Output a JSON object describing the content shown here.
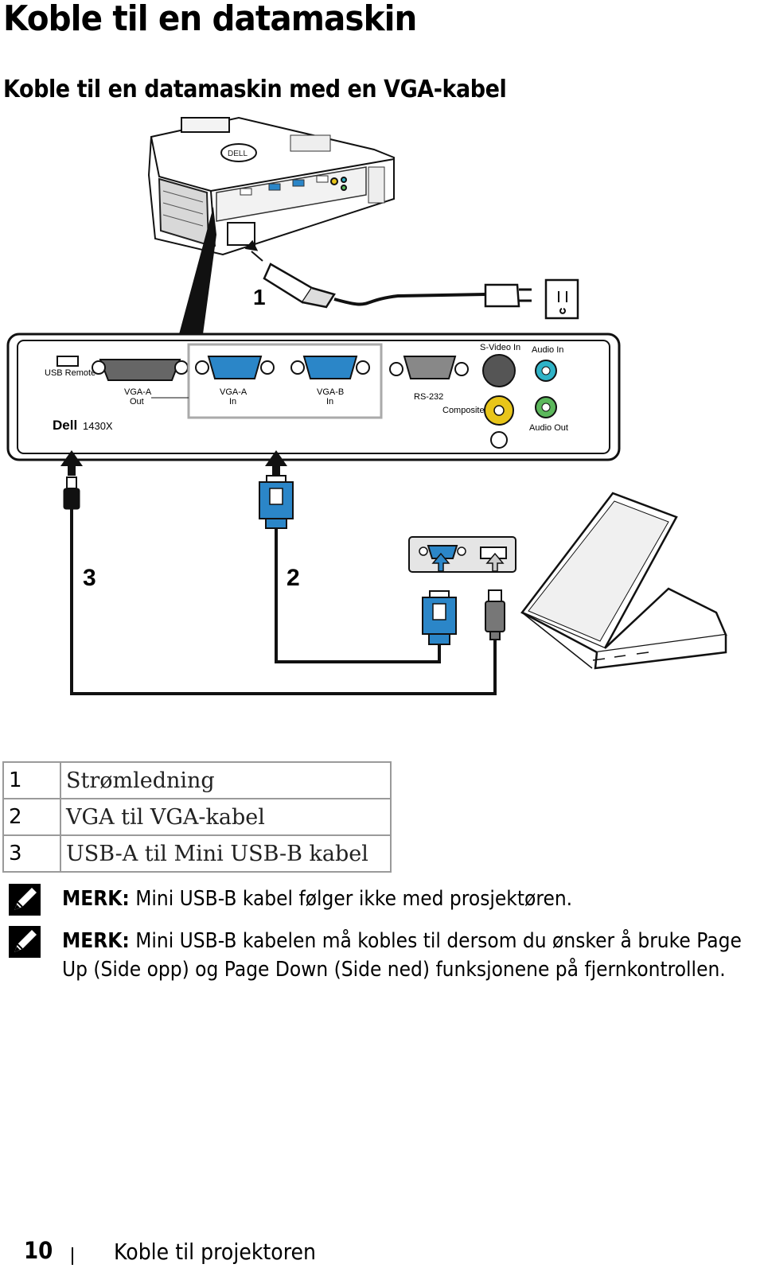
{
  "page": {
    "title": "Koble til en datamaskin",
    "subtitle": "Koble til en datamaskin med en VGA-kabel"
  },
  "diagram": {
    "callouts": [
      "1",
      "2",
      "3"
    ],
    "panel_labels": {
      "usb_remote": "USB Remote",
      "vga_a_out_1": "VGA-A",
      "vga_a_out_2": "Out",
      "vga_a_in_1": "VGA-A",
      "vga_a_in_2": "In",
      "vga_b_in_1": "VGA-B",
      "vga_b_in_2": "In",
      "rs232": "RS-232",
      "svideo_in": "S-Video In",
      "composite": "Composite",
      "audio_in": "Audio In",
      "audio_out": "Audio Out",
      "brand": "Dell",
      "model": "1430X"
    },
    "colors": {
      "vga_blue": "#2b86c8",
      "port_yellow": "#e8c51a",
      "audio_teal": "#2fb3c7",
      "audio_green": "#5cb85c"
    }
  },
  "legend": [
    {
      "num": "1",
      "text": "Strømledning"
    },
    {
      "num": "2",
      "text": "VGA til VGA-kabel"
    },
    {
      "num": "3",
      "text": "USB-A til Mini USB-B kabel"
    }
  ],
  "notes": [
    {
      "label": "MERK:",
      "text": " Mini USB-B kabel følger ikke med prosjektøren.",
      "icon": "note-pencil-icon"
    },
    {
      "label": "MERK:",
      "text": " Mini USB-B kabelen må kobles til dersom du ønsker å bruke Page Up (Side opp) og Page Down (Side ned) funksjonene på fjernkontrollen.",
      "icon": "note-pencil-icon"
    }
  ],
  "footer": {
    "page_number": "10",
    "section": "Koble til projektoren"
  }
}
